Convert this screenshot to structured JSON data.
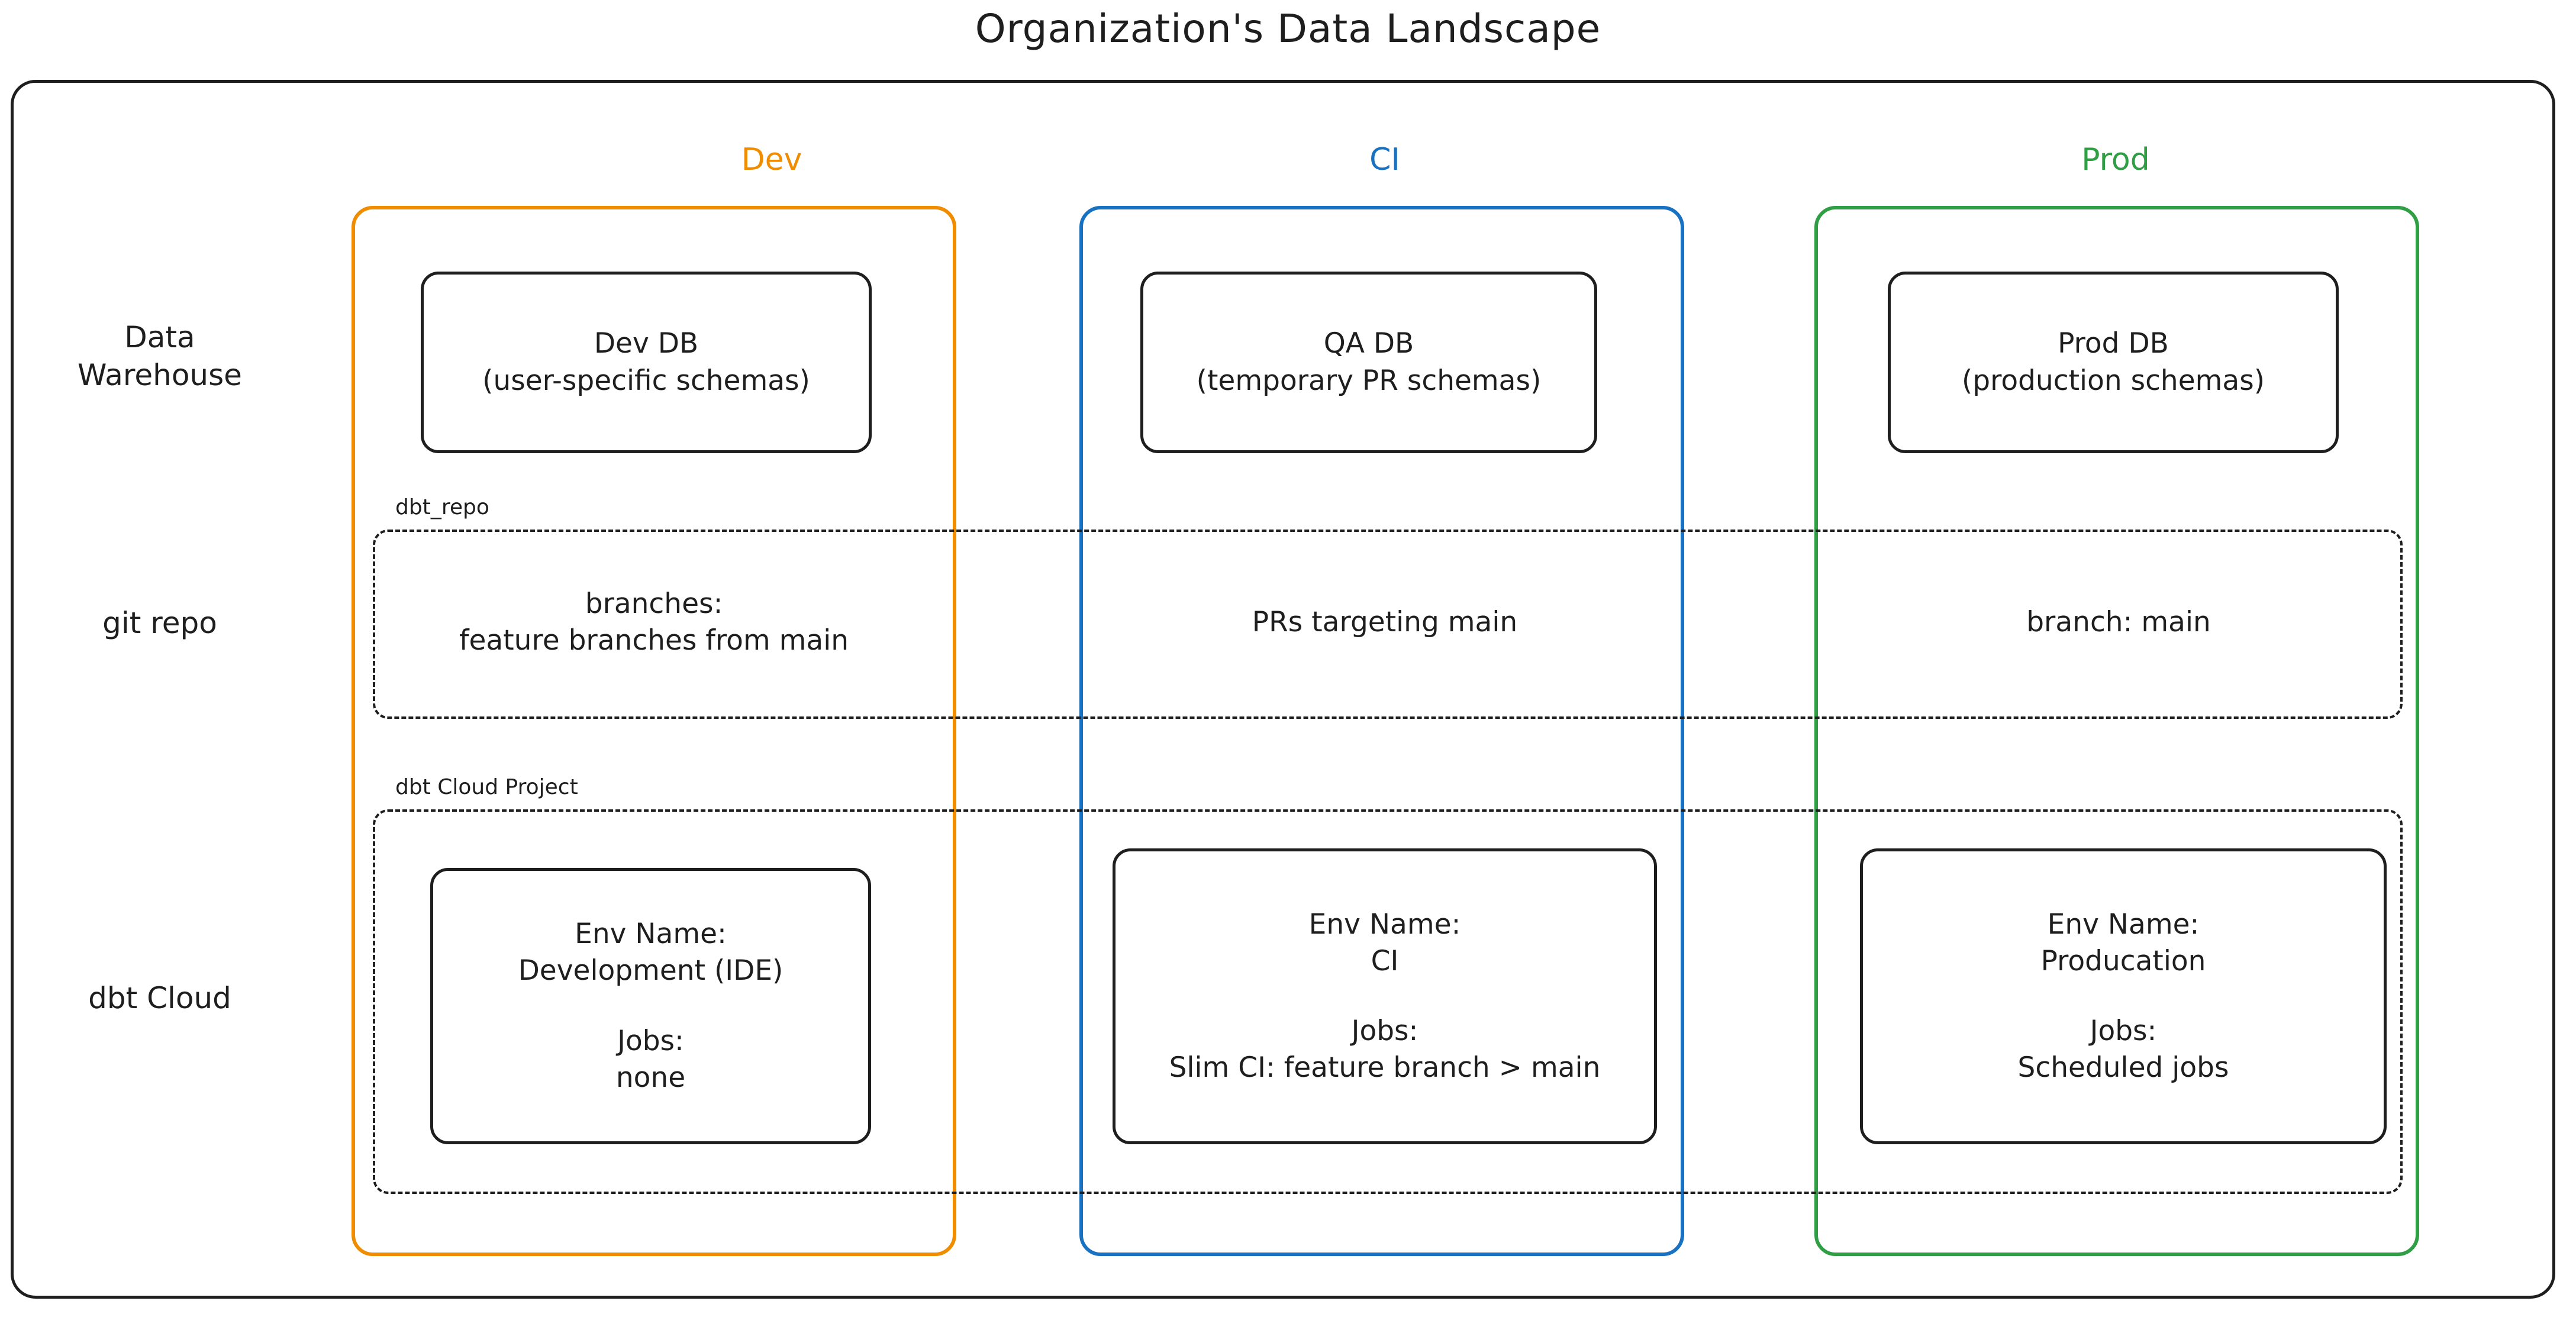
{
  "title": "Organization's Data Landscape",
  "columns": [
    {
      "key": "dev",
      "label": "Dev",
      "color": "#f08c00"
    },
    {
      "key": "ci",
      "label": "CI",
      "color": "#1971c2"
    },
    {
      "key": "prod",
      "label": "Prod",
      "color": "#2f9e44"
    }
  ],
  "rows": [
    {
      "key": "warehouse",
      "label": "Data\nWarehouse",
      "label_line1": "Data",
      "label_line2": "Warehouse"
    },
    {
      "key": "git",
      "label": "git repo"
    },
    {
      "key": "dbtcloud",
      "label": "dbt Cloud"
    }
  ],
  "row_labels": {
    "warehouse_line1": "Data",
    "warehouse_line2": "Warehouse",
    "git": "git repo",
    "dbtcloud": "dbt Cloud"
  },
  "swimlanes": {
    "repo": {
      "label": "dbt_repo"
    },
    "cloud": {
      "label": "dbt Cloud Project"
    }
  },
  "cells": {
    "warehouse": {
      "dev": {
        "line1": "Dev DB",
        "line2": "(user-specific schemas)"
      },
      "ci": {
        "line1": "QA DB",
        "line2": "(temporary PR schemas)"
      },
      "prod": {
        "line1": "Prod DB",
        "line2": "(production schemas)"
      }
    },
    "git": {
      "dev": {
        "line1": "branches:",
        "line2": "feature branches from main"
      },
      "ci": {
        "line1": "PRs targeting main",
        "line2": ""
      },
      "prod": {
        "line1": "branch: main",
        "line2": ""
      }
    },
    "dbtcloud": {
      "dev": {
        "env_label": "Env Name:",
        "env_value": "Development (IDE)",
        "jobs_label": "Jobs:",
        "jobs_value": "none"
      },
      "ci": {
        "env_label": "Env Name:",
        "env_value": "CI",
        "jobs_label": "Jobs:",
        "jobs_value": "Slim CI: feature branch > main"
      },
      "prod": {
        "env_label": "Env Name:",
        "env_value": "Producation",
        "jobs_label": "Jobs:",
        "jobs_value": "Scheduled jobs"
      }
    }
  }
}
